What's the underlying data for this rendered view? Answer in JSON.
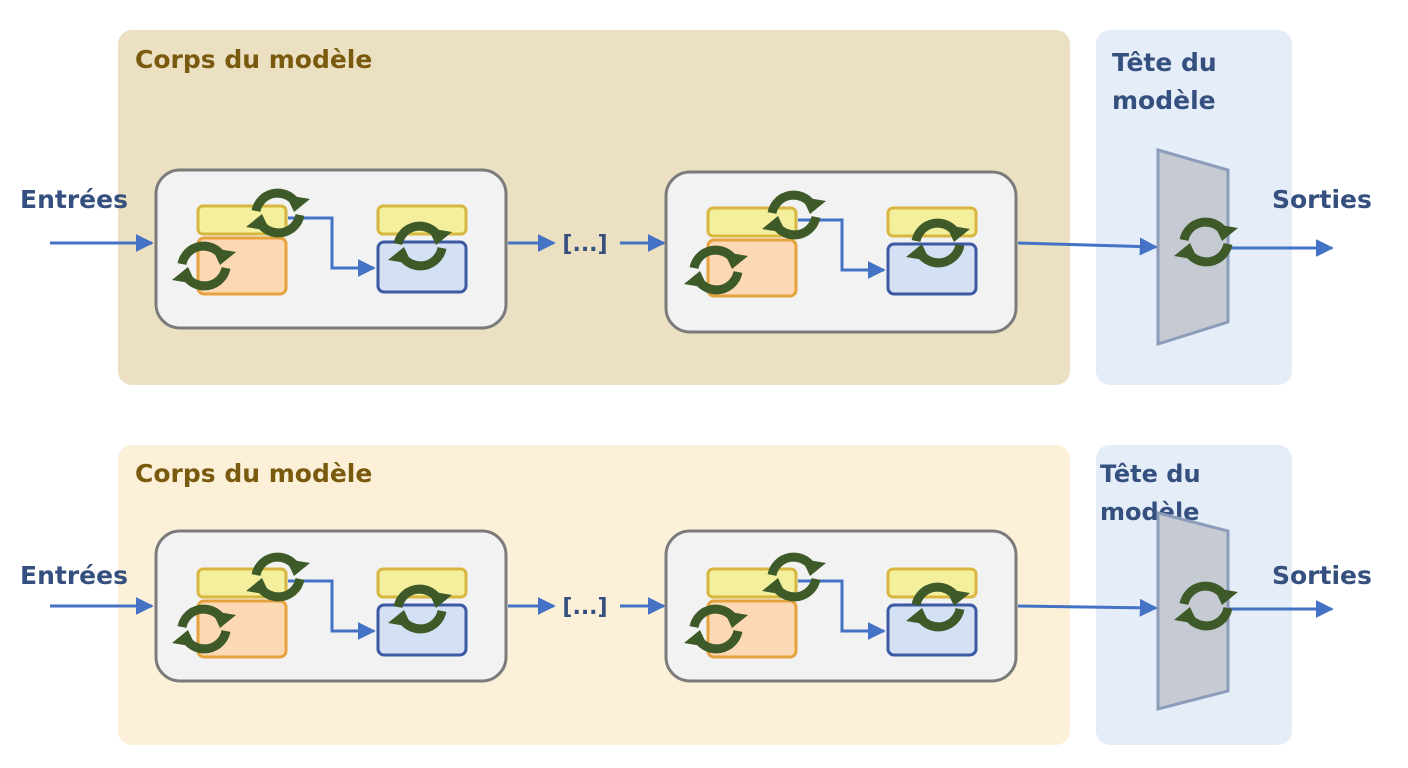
{
  "diagrams": [
    {
      "variant": "top",
      "body_label": "Corps du modèle",
      "head_label": "Tête du modèle",
      "input_label": "Entrées",
      "output_label": "Sorties",
      "ellipsis": "[...]",
      "colors": {
        "body_bg": "#ebe0c2",
        "head_bg": "#e4edf8"
      }
    },
    {
      "variant": "bottom",
      "body_label": "Corps du modèle",
      "head_label": "Tête du modèle",
      "input_label": "Entrées",
      "output_label": "Sorties",
      "ellipsis": "[...]",
      "colors": {
        "body_bg": "#fcf1d8",
        "head_bg": "#e4edf8"
      }
    }
  ],
  "icons": [
    "refresh-icon",
    "arrow-right-icon"
  ],
  "palette": {
    "arrow": "#4472c4",
    "yellow_block": "#f4ef9d",
    "orange_block": "#fcd9b4",
    "blue_block": "#d4e0f4",
    "refresh_icon": "#3d5a28"
  }
}
